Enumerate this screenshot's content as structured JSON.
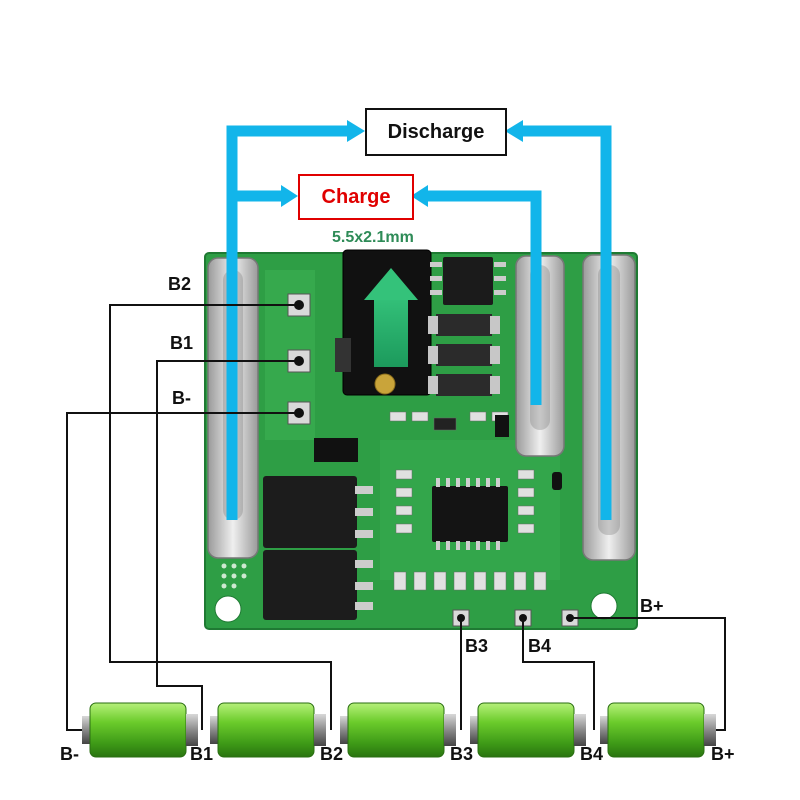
{
  "labels": {
    "discharge": "Discharge",
    "charge": "Charge",
    "connector": "5.5x2.1mm"
  },
  "board_pads": {
    "b2": "B2",
    "b1": "B1",
    "bminus": "B-",
    "b3": "B3",
    "b4": "B4",
    "bplus": "B+"
  },
  "battery_terminals": [
    "B-",
    "B1",
    "B2",
    "B3",
    "B4",
    "B+"
  ],
  "colors": {
    "arrow": "#12b5ea",
    "pcb": "#2e9e45",
    "charge_text": "#e00000",
    "battery": "#5fbf2a",
    "connector_label": "#2e8b57"
  }
}
